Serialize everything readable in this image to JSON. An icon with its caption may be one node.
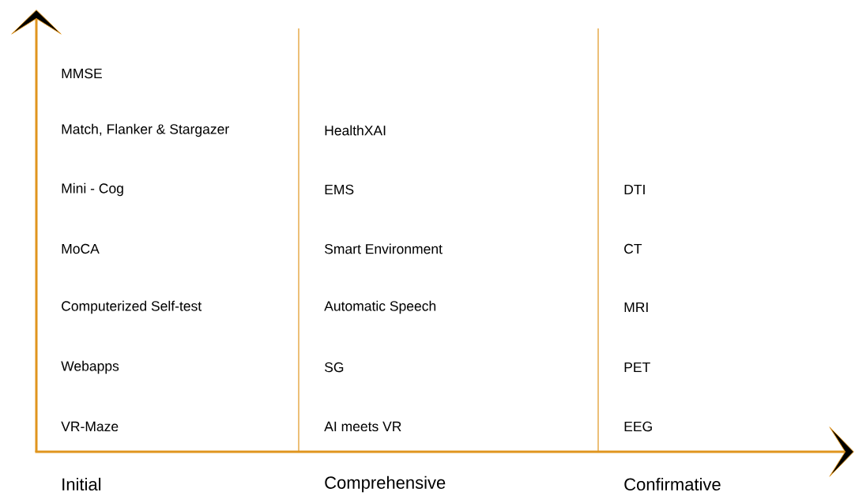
{
  "diagram": {
    "labels": [
      "MMSE",
      "Match, Flanker & Stargazer",
      "HealthXAI",
      "Mini - Cog",
      "EMS",
      "DTI",
      "MoCA",
      "Smart Environment",
      "CT",
      "Computerized Self-test",
      "Automatic Speech",
      "MRI",
      "Webapps",
      "SG",
      "PET",
      "VR-Maze",
      "AI meets VR",
      "EEG",
      "Initial",
      "Comprehensive",
      "Confirmative"
    ]
  }
}
